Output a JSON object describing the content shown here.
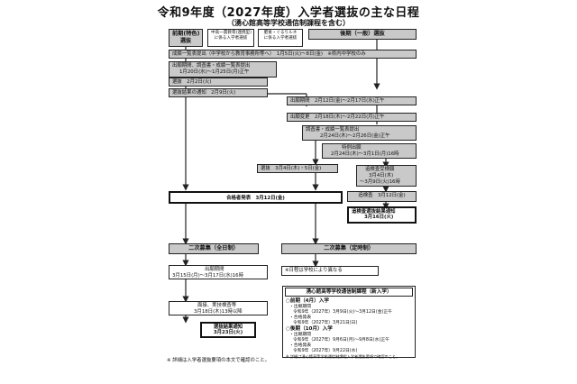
{
  "title": "令和9年度（2027年度）入学者選抜の主な日程",
  "subtitle": "（湧心館高等学校通信制課程を含む）",
  "top_boxes": {
    "early": "前期(特色)\n選抜",
    "middle": "中高一貫教育(連携型)\nに係る入学者選抜",
    "heisei": "肥後・ぐるりルネ\nに係る入学者選抜",
    "late": "後期（一般）選抜"
  },
  "steps": {
    "grades_submit": "成績一覧表提出（中学校から教育事務所等へ）　1月5日(火)～8日(金)　※県内中学校のみ",
    "apply_early": "出願期間、調査書・成績一覧表提出",
    "apply_early_dates": "1月20日(水)～1月25日(月)正午",
    "exam_early": "選抜　2月2日(火)",
    "result_notice_early": "選抜結果の通知　2月9日(火)",
    "apply_late": "出願期間　2月12日(金)～2月17日(水)正午",
    "change_late": "出願変更　2月18日(木)～2月22日(月)正午",
    "docs_late": "調査書・成績一覧表提出",
    "docs_late_dates": "2月24日(木)～2月26日(金)正午",
    "special_apply": "特例出願",
    "special_apply_dates": "2月24日(木)～3月1日(月)16時",
    "exam_late": "選抜　3月4日(木)・5日(金)",
    "retest_apply": "追検査受検願",
    "retest_apply_dates": "3月4日(木)",
    "retest_apply_dates2": "～3月9日(火)16時",
    "announce": "合格者発表　3月12日(金)",
    "retest": "追検査　3月12日(金)",
    "retest_result": "追検査選抜結果通知",
    "retest_result_date": "3月16日(火)",
    "second_full": "二次募集（全日制）",
    "second_part": "二次募集（定時制）",
    "second_apply": "出願期間",
    "second_apply_dates": "3月15日(月)～3月17日(水)16時",
    "second_part_note": "※日程は学校により異なる",
    "interview": "面接、実技検査等",
    "interview_date": "3月18日(木)13時以降",
    "second_result": "選抜結果通知",
    "second_result_date": "3月23日(火)"
  },
  "info_box": {
    "heading": "湧心館高等学校通信制課程（新入学）",
    "lines": [
      "○前期（4月）入学",
      "・出願期間",
      "令和9年（2027年）3月9日(火)～3月12日(金)正午",
      "・合格発表",
      "令和9年（2027年）3月21日(日)",
      "○後期（10月）入学",
      "・出願期間",
      "令和9年（2027年）9月6日(月)～9月8日(水)正午",
      "・合格発表",
      "令和9年（2027年）9月22日(水)",
      "※ 詳細は湧心館高等学校通信制課程入学者選抜要項で確認のこと。"
    ]
  },
  "footnote": "※ 詳細は入学者選抜要項の本文で確認のこと。"
}
